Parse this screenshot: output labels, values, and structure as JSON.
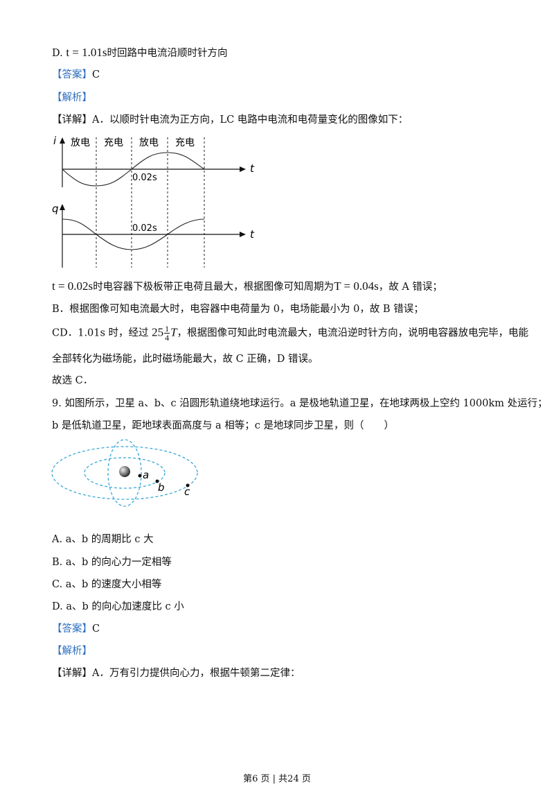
{
  "lines": {
    "d_option_prefix": "D.",
    "d_option_eq": "t = 1.01s",
    "d_option_text": "时回路中电流沿顺时针方向",
    "answer1_bracket": "【答案】",
    "answer1_value": "C",
    "analysis1": "【解析】",
    "detail1_bracket": "【详解】",
    "detail1_text": "A．以顺时针电流为正方向，LC 电路中电流和电荷量变化的图像如下：",
    "t002_eq": "t = 0.02s",
    "t002_text_a": "时电容器下极板带正电荷且最大，根据图像可知周期为",
    "t002_period": "T = 0.04s",
    "t002_text_b": "，故 A 错误；",
    "b_line": "B．根据图像可知电流最大时，电容器中电荷量为 0，电场能最小为 0，故 B 错误；",
    "cd_a": "CD．1.01s 时，经过",
    "cd_int": "25",
    "cd_num": "1",
    "cd_den": "4",
    "cd_T": "T",
    "cd_b": "，根据图像可知此时电流最大，电流沿逆时针方向，说明电容器放电完毕，电能",
    "cd_line2": "全部转化为磁场能，此时磁场能最大，故 C 正确，D 错误。",
    "choose": "故选 C．",
    "q9_line1": "9. 如图所示，卫星 a、b、c 沿圆形轨道绕地球运行。a 是极地轨道卫星，在地球两极上空约 1000km 处运行；",
    "q9_line2": "b 是低轨道卫星，距地球表面高度与 a 相等；c 是地球同步卫星，则（　　）",
    "opt_a": "A.  a、b 的周期比 c 大",
    "opt_b": "B.  a、b 的向心力一定相等",
    "opt_c": "C.  a、b 的速度大小相等",
    "opt_d": "D.  a、b 的向心加速度比 c 小",
    "answer2_bracket": "【答案】",
    "answer2_value": "C",
    "analysis2": "【解析】",
    "detail2_bracket": "【详解】",
    "detail2_text": "A．万有引力提供向心力，根据牛顿第二定律："
  },
  "graph": {
    "i_label": "i",
    "q_label": "q",
    "t_label": "t",
    "t_label2": "t",
    "phase_labels": [
      "放电",
      "充电",
      "放电",
      "充电"
    ],
    "tick_label_i": "0.02s",
    "tick_label_q": "0.02s"
  },
  "orbit": {
    "label_a": "a",
    "label_b": "b",
    "label_c": "c",
    "orbit_color": "#3aa8d8"
  },
  "footer": {
    "text": "第6 页  |  共24 页"
  }
}
